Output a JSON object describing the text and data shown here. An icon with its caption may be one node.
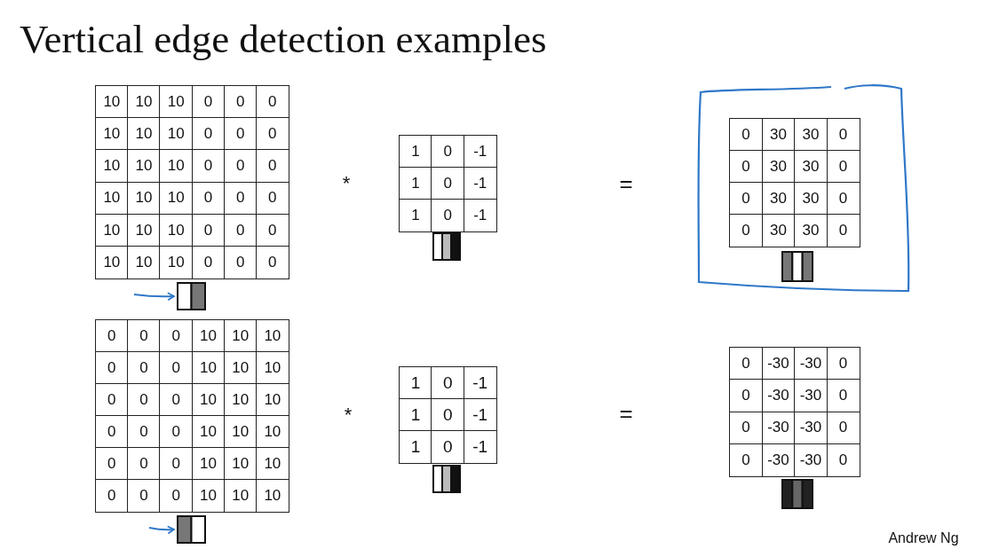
{
  "diagram": {
    "title": "Vertical edge detection examples",
    "nodes": [
      {
        "text": [],
        "shape": "box"
      },
      {
        "text": [],
        "shape": "box"
      }
    ],
    "edges": [
      {
        "from": null,
        "to": 0,
        "arrow": "to"
      },
      {
        "from": null,
        "to": 1,
        "arrow": "to"
      }
    ],
    "labels": [
      "10",
      "10",
      "10",
      "0",
      "0",
      "0",
      "10",
      "10",
      "10",
      "0",
      "0",
      "0",
      "10",
      "10",
      "10",
      "0",
      "0",
      "0",
      "10",
      "10",
      "10",
      "0",
      "0",
      "0",
      "10",
      "10",
      "10",
      "0",
      "0",
      "0",
      "10",
      "10",
      "10",
      "0",
      "0",
      "0",
      "*",
      "1",
      "0",
      "-1",
      "1",
      "0",
      "-1",
      "1",
      "0",
      "-1",
      "=",
      "0",
      "30",
      "30",
      "0",
      "0",
      "30",
      "30",
      "0",
      "0",
      "30",
      "30",
      "0",
      "0",
      "30",
      "30",
      "0",
      "0",
      "0",
      "0",
      "10",
      "10",
      "10",
      "0",
      "0",
      "0",
      "10",
      "10",
      "10",
      "0",
      "0",
      "0",
      "10",
      "10",
      "10",
      "0",
      "0",
      "0",
      "10",
      "10",
      "10",
      "0",
      "0",
      "0",
      "10",
      "10",
      "10",
      "0",
      "0",
      "0",
      "10",
      "10",
      "10",
      "*",
      "1",
      "0",
      "-1",
      "1",
      "0",
      "-1",
      "1",
      "0",
      "-1",
      "=",
      "0",
      "-30",
      "-30",
      "0",
      "0",
      "-30",
      "-30",
      "0",
      "0",
      "-30",
      "-30",
      "0",
      "0",
      "-30",
      "-30",
      "0",
      "Andrew Ng"
    ]
  }
}
